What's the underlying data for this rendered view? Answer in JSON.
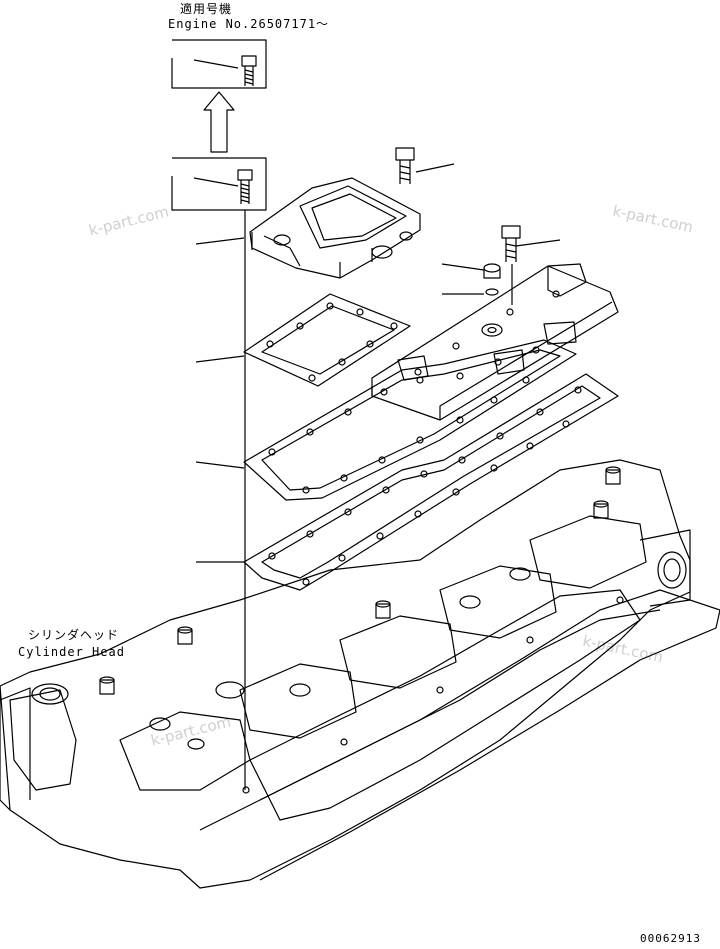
{
  "applicability": {
    "title_jp": "適用号機",
    "engine_no": "Engine No.26507171～"
  },
  "part_label": {
    "jp": "シリンダヘッド",
    "en": "Cylinder Head"
  },
  "watermarks": [
    "k-part.com",
    "k-part.com",
    "k-part.com",
    "k-part.com"
  ],
  "drawing_number": "00062913"
}
